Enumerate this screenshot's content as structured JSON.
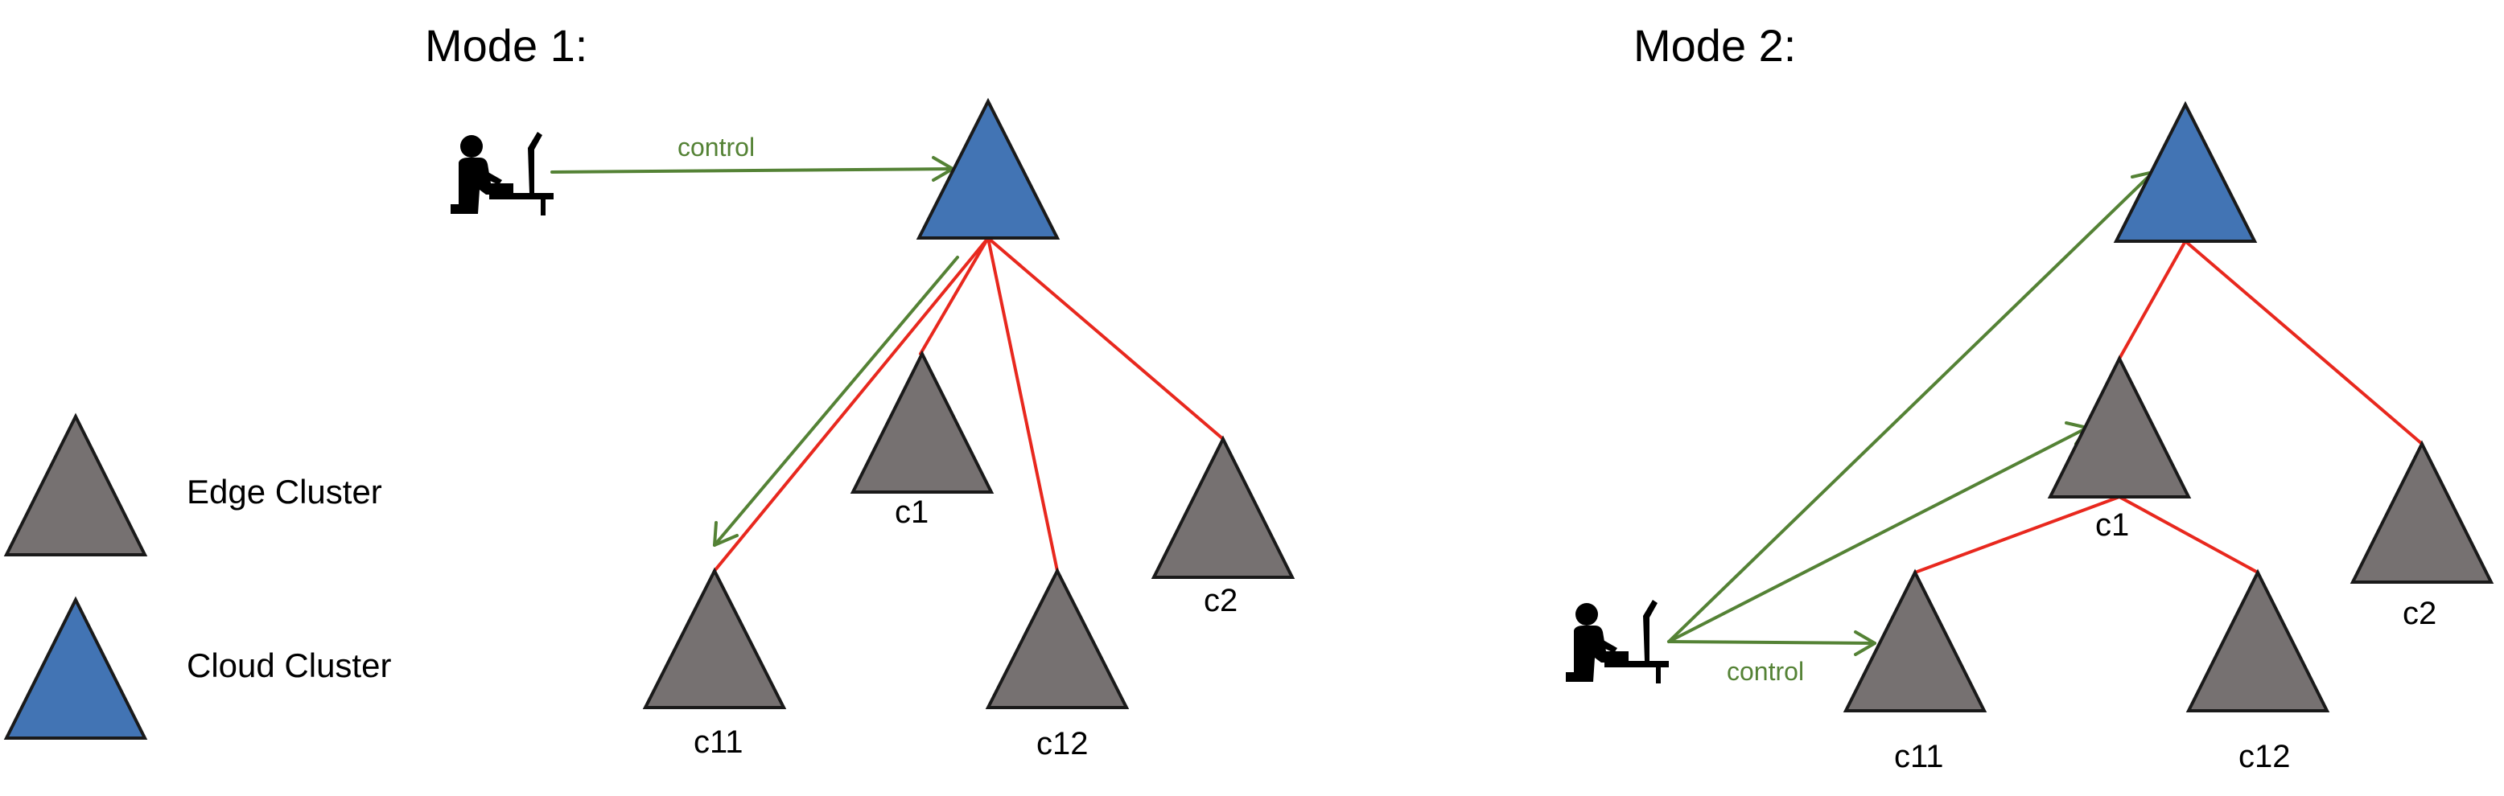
{
  "colors": {
    "edge_cluster_fill": "#767171",
    "cloud_cluster_fill": "#4274b4",
    "outline": "#1a1a1a",
    "hierarchy_link": "#e8281e",
    "control_arrow": "#548235"
  },
  "icons": {
    "user": "person-at-computer-icon"
  },
  "legend": {
    "edge_cluster": "Edge Cluster",
    "cloud_cluster": "Cloud Cluster"
  },
  "mode1": {
    "title": "Mode 1:",
    "control_label": "control",
    "nodes": {
      "c1": "c1",
      "c2": "c2",
      "c11": "c11",
      "c12": "c12"
    }
  },
  "mode2": {
    "title": "Mode 2:",
    "control_label": "control",
    "nodes": {
      "c1": "c1",
      "c2": "c2",
      "c11": "c11",
      "c12": "c12"
    }
  }
}
